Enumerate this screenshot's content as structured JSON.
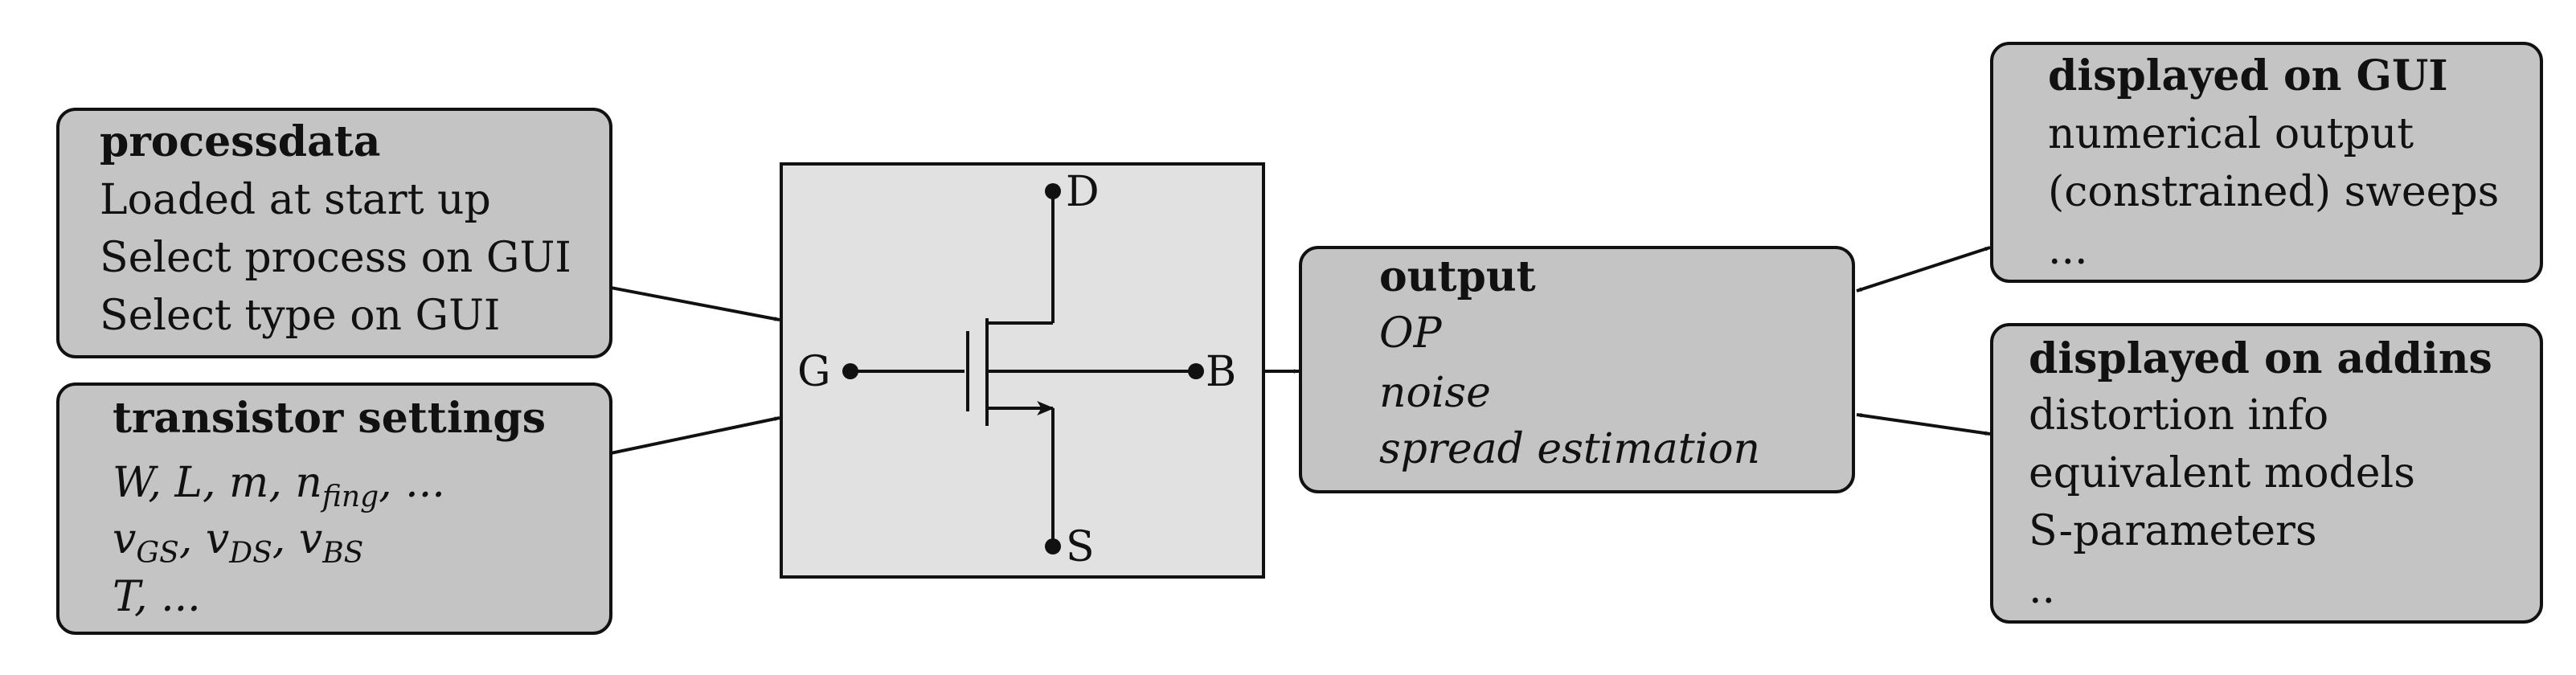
{
  "processdata": {
    "title": "processdata",
    "lines": [
      "Loaded at start up",
      "Select process on GUI",
      "Select type on GUI"
    ]
  },
  "transistor_settings": {
    "title": "transistor settings",
    "line1": "W, L, m, n",
    "line1_sub": "fing",
    "line1_tail": ", ...",
    "line2": [
      "v",
      "GS",
      ", v",
      "DS",
      ", v",
      "BS"
    ],
    "line3": "T, ..."
  },
  "transistor": {
    "terminals": {
      "gate": "G",
      "drain": "D",
      "source": "S",
      "bulk": "B"
    }
  },
  "output": {
    "title": "output",
    "lines": [
      "OP",
      "noise",
      "spread estimation"
    ]
  },
  "gui": {
    "title": "displayed on GUI",
    "lines": [
      "numerical output",
      "(constrained) sweeps",
      "..."
    ]
  },
  "addins": {
    "title": "displayed on addins",
    "lines": [
      "distortion info",
      "equivalent models",
      "S-parameters",
      ".."
    ]
  }
}
